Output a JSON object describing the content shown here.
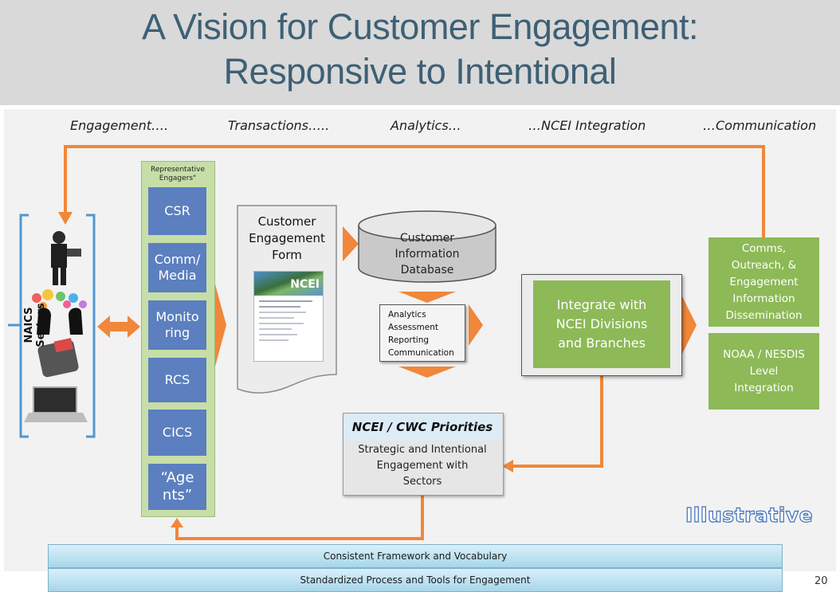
{
  "title": {
    "line1": "A Vision for Customer Engagement:",
    "line2": "Responsive to Intentional"
  },
  "phases": [
    "Engagement….",
    "Transactions…..",
    "Analytics…",
    "…NCEI Integration",
    "…Communication"
  ],
  "sectors": {
    "label": "NAICS Sectors",
    "icons": [
      "business-person-icon",
      "speech-bubbles-icon",
      "mobile-phone-icon",
      "laptop-icon"
    ]
  },
  "engagers": {
    "title_line1": "Representative",
    "title_line2": "Engagers\"",
    "items": [
      {
        "line1": "CSR",
        "line2": ""
      },
      {
        "line1": "Comm/",
        "line2": "Media"
      },
      {
        "line1": "Monito",
        "line2": "ring"
      },
      {
        "line1": "RCS",
        "line2": ""
      },
      {
        "line1": "CICS",
        "line2": ""
      },
      {
        "line1": "“Age",
        "line2": "nts”"
      }
    ]
  },
  "form": {
    "line1": "Customer",
    "line2": "Engagement",
    "line3": "Form",
    "thumbnail_logo": "NCEI"
  },
  "database": {
    "line1": "Customer",
    "line2": "Information",
    "line3": "Database"
  },
  "analytics": {
    "line1": "Analytics",
    "line2": "Assessment",
    "line3": "Reporting",
    "line4": "Communication"
  },
  "integrate": {
    "line1": "Integrate with",
    "line2": "NCEI Divisions",
    "line3": "and Branches"
  },
  "comms": {
    "line1": "Comms,",
    "line2": "Outreach, &",
    "line3": "Engagement",
    "line4": "Information",
    "line5": "Dissemination"
  },
  "noaa": {
    "line1": "NOAA / NESDIS",
    "line2": "Level",
    "line3": "Integration"
  },
  "priorities": {
    "header": "NCEI / CWC Priorities",
    "line1": "Strategic and Intentional",
    "line2": "Engagement with",
    "line3": "Sectors"
  },
  "illustrative": "Illustrative",
  "bars": [
    "Consistent Framework and Vocabulary",
    "Standardized Process and Tools for Engagement"
  ],
  "page_number": "20",
  "colors": {
    "title_text": "#3d6075",
    "arrow_orange": "#f0873a",
    "engager_blue": "#5b7fbf",
    "green_box": "#8db957",
    "illustrative_blue": "#3f6fb8"
  }
}
